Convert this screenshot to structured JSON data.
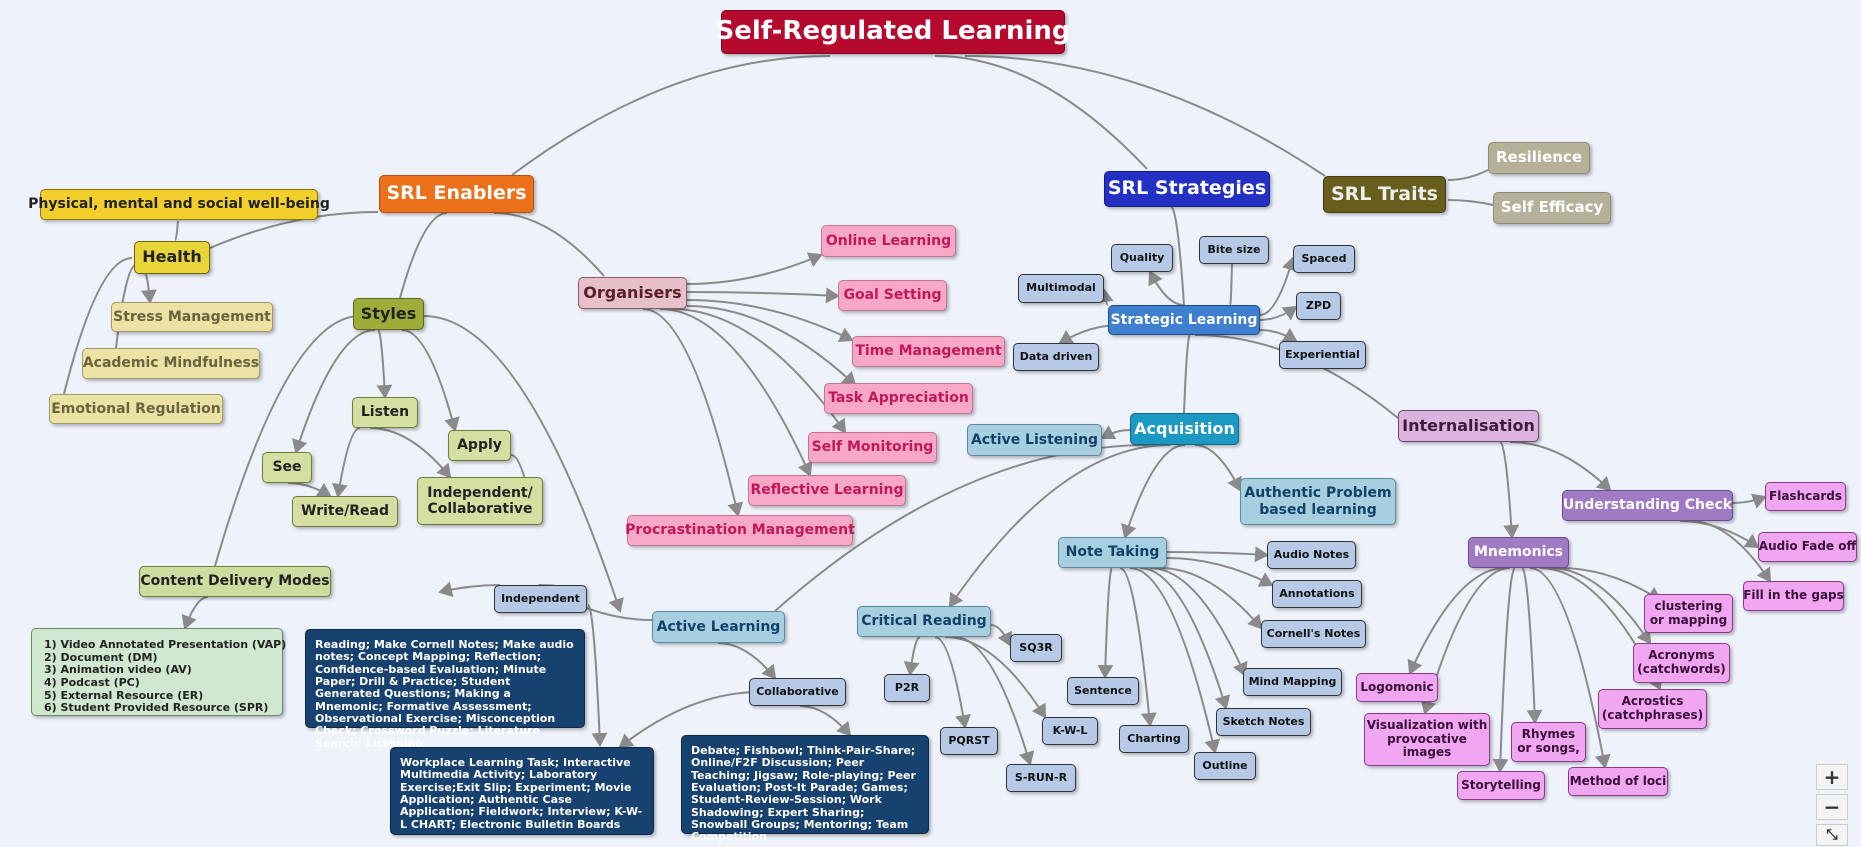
{
  "nodes": {
    "root": "Self-Regulated Learning",
    "enablers": "SRL Enablers",
    "strategies": "SRL Strategies",
    "traits": "SRL Traits",
    "resilience": "Resilience",
    "self_efficacy": "Self Efficacy",
    "physical": "Physical, mental and social well-being",
    "health": "Health",
    "stress": "Stress Management",
    "mindfulness": "Academic Mindfulness",
    "emotional": "Emotional Regulation",
    "styles": "Styles",
    "listen": "Listen",
    "see": "See",
    "apply": "Apply",
    "write_read": "Write/Read",
    "indep_collab": "Independent/\nCollaborative",
    "content_delivery": "Content Delivery Modes",
    "organisers": "Organisers",
    "online_learning": "Online Learning",
    "goal_setting": "Goal Setting",
    "time_management": "Time Management",
    "task_appreciation": "Task Appreciation",
    "self_monitoring": "Self Monitoring",
    "reflective_learning": "Reflective Learning",
    "procrastination": "Procrastination Management",
    "quality": "Quality",
    "bite_size": "Bite size",
    "multimodal": "Multimodal",
    "spaced": "Spaced",
    "strategic_learning": "Strategic Learning",
    "zpd": "ZPD",
    "data_driven": "Data driven",
    "experiential": "Experiential",
    "acquisition": "Acquisition",
    "active_listening": "Active Listening",
    "internalisation": "Internalisation",
    "authentic_pbl": "Authentic Problem\nbased learning",
    "note_taking": "Note Taking",
    "audio_notes": "Audio Notes",
    "annotations": "Annotations",
    "cornells_notes": "Cornell's Notes",
    "mind_mapping": "Mind Mapping",
    "sketch_notes": "Sketch Notes",
    "outline": "Outline",
    "charting": "Charting",
    "sentence": "Sentence",
    "critical_reading": "Critical Reading",
    "sq3r": "SQ3R",
    "p2r": "P2R",
    "pqrst": "PQRST",
    "kwl": "K-W-L",
    "srunr": "S-RUN-R",
    "active_learning": "Active Learning",
    "independent": "Independent",
    "collaborative": "Collaborative",
    "understanding_check": "Understanding Check",
    "flashcards": "Flashcards",
    "audio_fade_off": "Audio Fade off",
    "fill_gaps": "Fill in the gaps",
    "mnemonics": "Mnemonics",
    "clustering": "clustering\nor mapping",
    "acronyms": "Acronyms\n(catchwords)",
    "acrostics": "Acrostics\n(catchphrases)",
    "logomonic": "Logomonic",
    "visualization": "Visualization with\nprovocative\nimages",
    "rhymes": "Rhymes\nor songs,",
    "storytelling": "Storytelling",
    "method_loci": "Method of loci"
  },
  "content_delivery_list": [
    "1)     Video Annotated Presentation (VAP)",
    "2)     Document (DM)",
    "3)     Animation video (AV)",
    "4)     Podcast (PC)",
    "5)     External Resource (ER)",
    "6)     Student Provided Resource (SPR)"
  ],
  "independent_activities": "Reading; Make Cornell Notes; Make audio notes; Concept Mapping; Reflection; Confidence-based Evaluation; Minute Paper; Drill & Practice; Student Generated Questions; Making a Mnemonic; Formative Assessment; Observational Exercise; Misconception Check; Crossword Puzzle; Literature Search; Listening",
  "workplace_activities": "Workplace Learning Task; Interactive Multimedia Activity; Laboratory Exercise;Exit Slip; Experiment; Movie Application; Authentic Case Application; Fieldwork; Interview; K-W-L CHART; Electronic Bulletin Boards",
  "collaborative_activities": "Debate; Fishbowl; Think-Pair-Share; Online/F2F Discussion; Peer Teaching; Jigsaw; Role-playing; Peer Evaluation; Post-It Parade; Games; Student-Review-Session; Work Shadowing; Expert Sharing; Snowball Groups; Mentoring; Team Competition",
  "zoom_controls": {
    "zoom_in": "+",
    "zoom_out": "−",
    "fit": "⤡"
  },
  "colors": {
    "background": "#eef2fb",
    "root": "#b5092e",
    "enablers": "#ec6f1a",
    "strategies": "#2430c4",
    "traits": "#675d1c",
    "connector": "#8a8a8a"
  }
}
